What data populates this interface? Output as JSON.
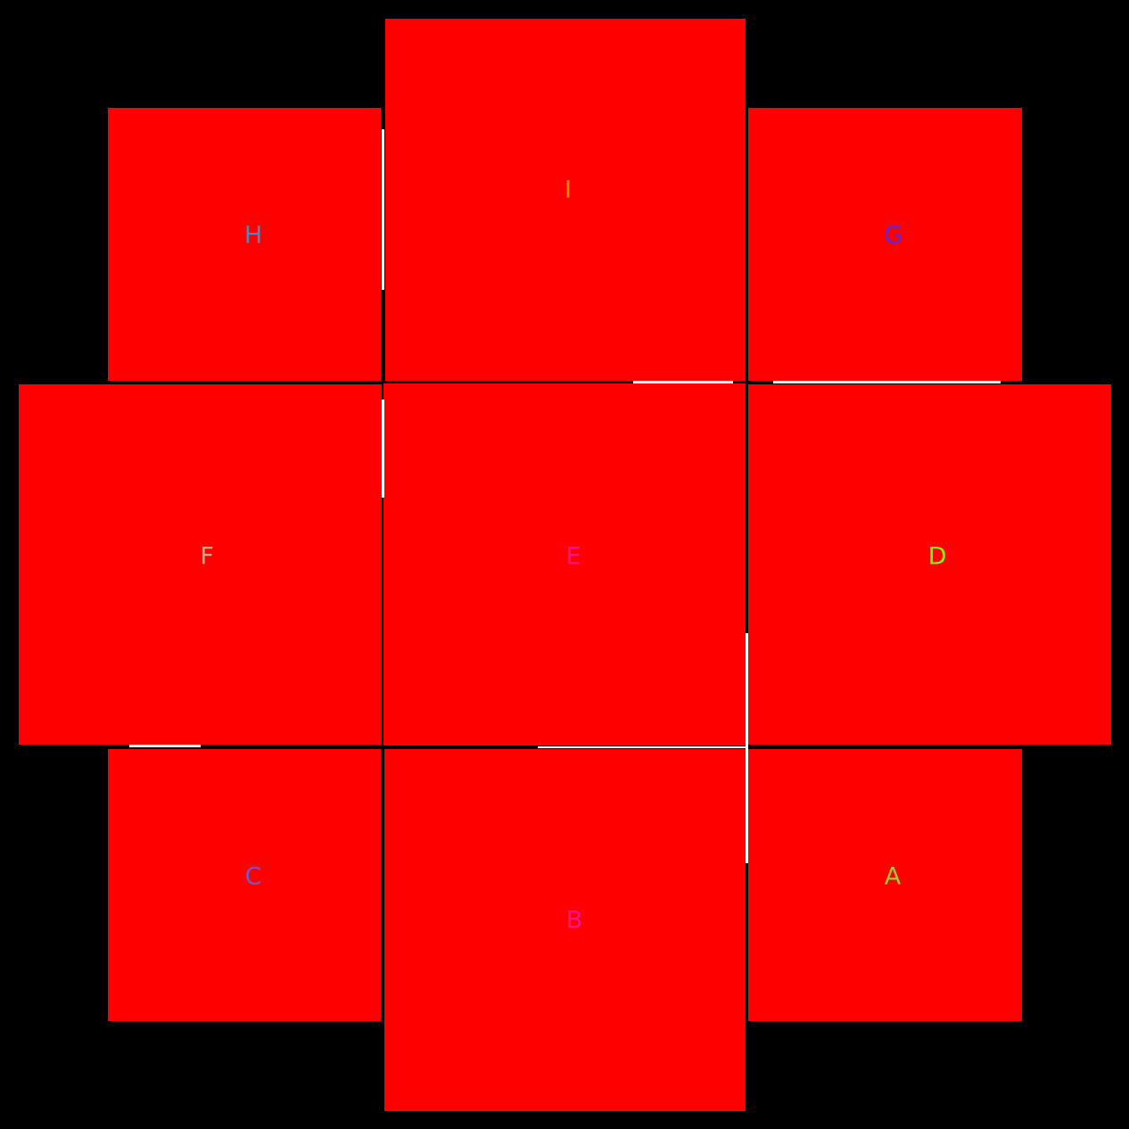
{
  "background_color": "#000000",
  "tile_color": "#ff0000",
  "seam_color": "#ffffff",
  "tiles": [
    {
      "id": "I",
      "label": "I",
      "label_color": "#ff8c00"
    },
    {
      "id": "H",
      "label": "H",
      "label_color": "#4f86c6"
    },
    {
      "id": "G",
      "label": "G",
      "label_color": "#4b2bff"
    },
    {
      "id": "F",
      "label": "F",
      "label_color": "#d2b48c"
    },
    {
      "id": "E",
      "label": "E",
      "label_color": "#ff1493"
    },
    {
      "id": "D",
      "label": "D",
      "label_color": "#7cfc00"
    },
    {
      "id": "C",
      "label": "C",
      "label_color": "#6a5acd"
    },
    {
      "id": "B",
      "label": "B",
      "label_color": "#ff1493"
    },
    {
      "id": "A",
      "label": "A",
      "label_color": "#9acd32"
    }
  ]
}
